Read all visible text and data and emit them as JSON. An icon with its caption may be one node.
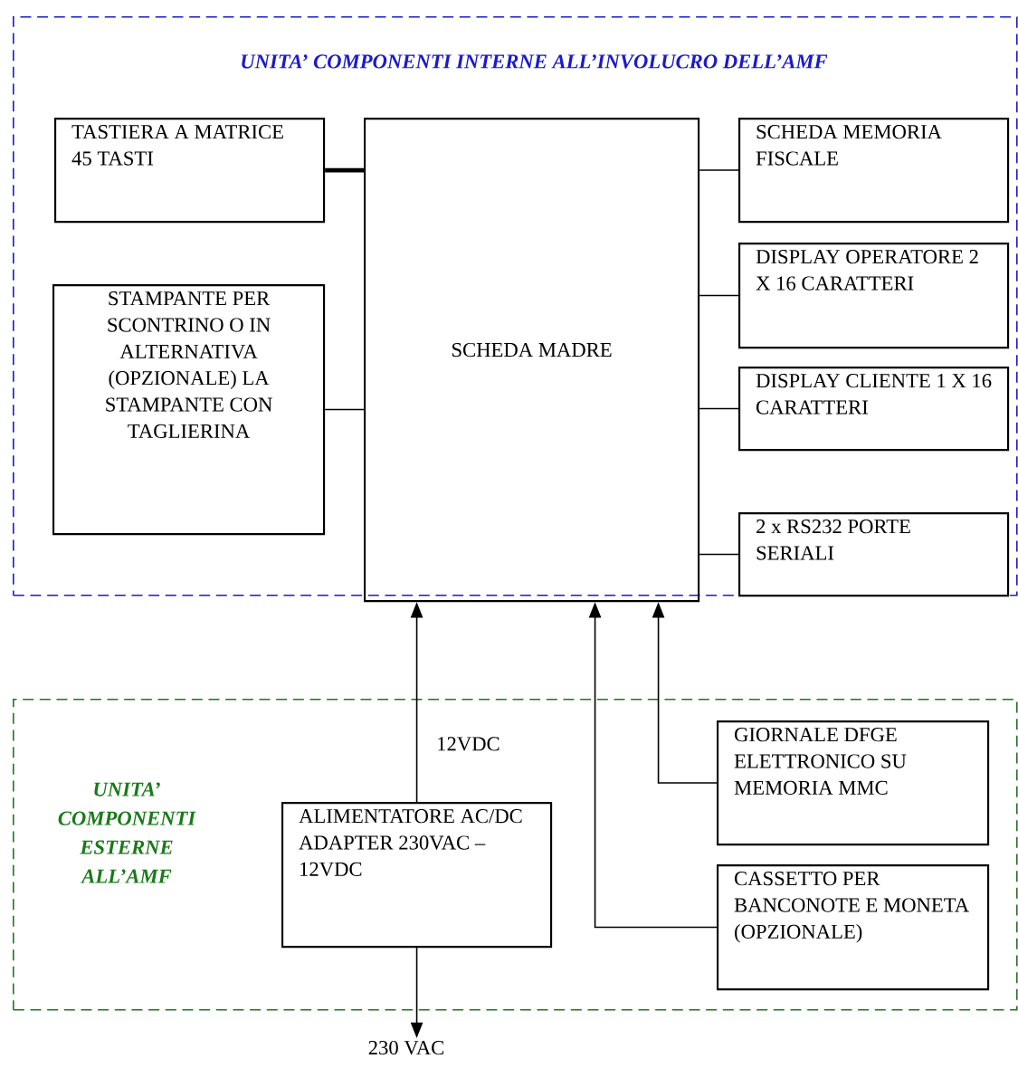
{
  "diagram": {
    "nodes": [
      {
        "text": [
          "UNITA’ COMPONENTI INTERNE ALL’INVOLUCRO DELL’AMF"
        ]
      },
      {
        "text": [
          "TASTIERA A MATRICE 45 TASTI"
        ],
        "in": 0
      },
      {
        "text": [
          "STAMPANTE PER SCONTRINO O IN ALTERNATIVA (OPZIONALE) LA STAMPANTE CON TAGLIERINA"
        ],
        "in": 0
      },
      {
        "text": [
          "SCHEDA MADRE"
        ],
        "in": 0
      },
      {
        "text": [
          "SCHEDA MEMORIA FISCALE"
        ],
        "in": 0
      },
      {
        "text": [
          "DISPLAY OPERATORE 2 X 16 CARATTERI"
        ],
        "in": 0
      },
      {
        "text": [
          "DISPLAY CLIENTE 1 X 16 CARATTERI"
        ],
        "in": 0
      },
      {
        "text": [
          "2 x RS232 PORTE SERIALI"
        ],
        "in": 0
      },
      {
        "text": [
          "UNITA’ COMPONENTI ESTERNE ALL’AMF"
        ]
      },
      {
        "text": [
          "ALIMENTATORE AC/DC ADAPTER 230VAC – 12VDC"
        ],
        "in": 8
      },
      {
        "text": [
          "GIORNALE DFGE ELETTRONICO SU MEMORIA MMC"
        ],
        "in": 8
      },
      {
        "text": [
          "CASSETTO PER BANCONOTE E MONETA (OPZIONALE)"
        ],
        "in": 8
      },
      {
        "text": [
          "230 VAC"
        ]
      }
    ],
    "edges": [
      {
        "from": 1,
        "to": 3,
        "arrow": "none",
        "style": "thick"
      },
      {
        "from": 2,
        "to": 3,
        "arrow": "none"
      },
      {
        "from": 3,
        "to": 4,
        "arrow": "none"
      },
      {
        "from": 3,
        "to": 5,
        "arrow": "none"
      },
      {
        "from": 3,
        "to": 6,
        "arrow": "none"
      },
      {
        "from": 3,
        "to": 7,
        "arrow": "none"
      },
      {
        "from": 9,
        "to": 3,
        "arrow": "to",
        "label": "12VDC"
      },
      {
        "from": 11,
        "to": 3,
        "arrow": "to"
      },
      {
        "from": 10,
        "to": 3,
        "arrow": "to"
      },
      {
        "from": 9,
        "to": 12,
        "arrow": "to"
      }
    ]
  }
}
